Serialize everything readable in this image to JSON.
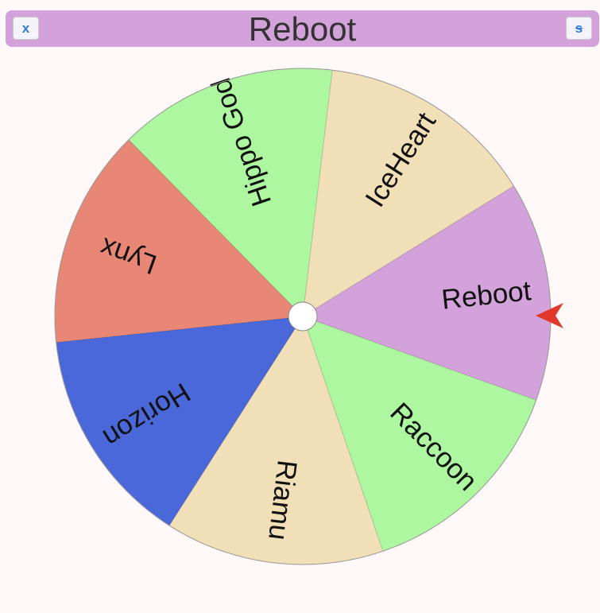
{
  "header": {
    "title": "Reboot",
    "close_label": "x",
    "mode_label": "s",
    "background": "#d4a2da"
  },
  "wheel": {
    "slices": [
      {
        "name": "Reboot",
        "color": "#d4a2da"
      },
      {
        "name": "Raccoon",
        "color": "#adf7a0"
      },
      {
        "name": "Riamu",
        "color": "#f1dfb8"
      },
      {
        "name": "Horizon",
        "color": "#4a68da"
      },
      {
        "name": "Lynx",
        "color": "#e98777"
      },
      {
        "name": "Hippo God",
        "color": "#adf7a0"
      },
      {
        "name": "IceHeart",
        "color": "#f1dfb8"
      }
    ],
    "pointer_color": "#e2382c",
    "hub_color": "#ffffff"
  }
}
